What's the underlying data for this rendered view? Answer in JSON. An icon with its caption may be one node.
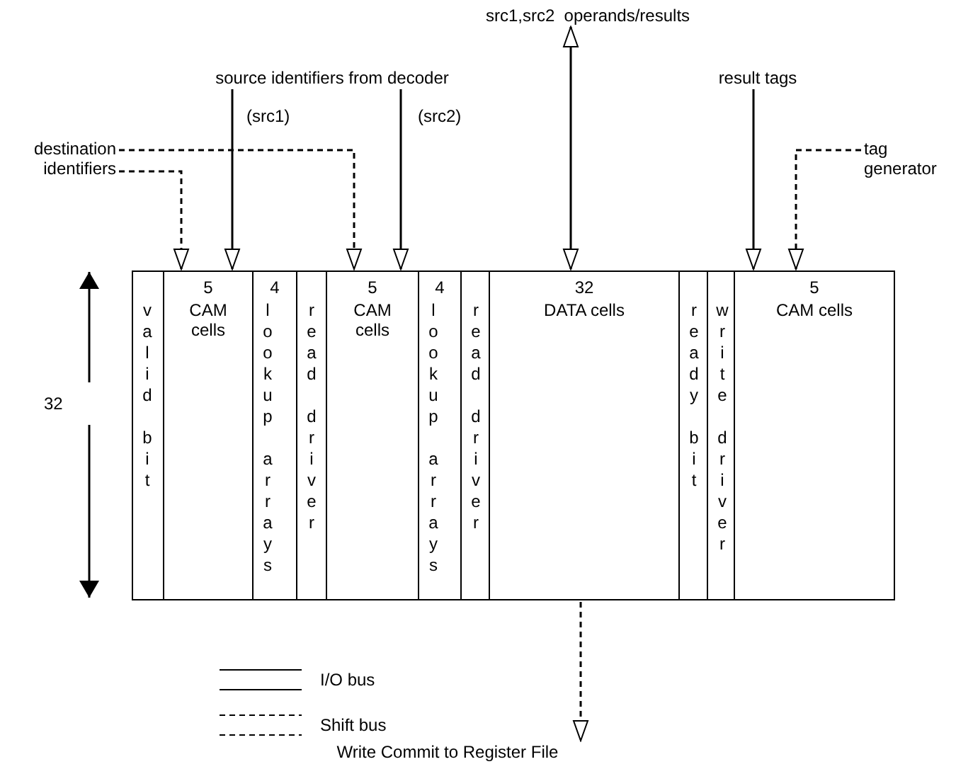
{
  "diagram": {
    "nodes": [
      {
        "text": [
          "source identifiers from decoder"
        ]
      },
      {
        "text": [
          "src1,src2  operands/results"
        ]
      },
      {
        "text": [
          "result tags"
        ]
      },
      {
        "text": [
          "destination identifiers"
        ]
      },
      {
        "text": [
          "tag generator"
        ]
      },
      {
        "text": [
          "Write Commit to Register File"
        ]
      },
      {
        "text": [
          "valid bit"
        ]
      },
      {
        "text": [
          "5",
          "CAM cells"
        ]
      },
      {
        "text": [
          "4",
          "lookup arrays"
        ]
      },
      {
        "text": [
          "read driver"
        ]
      },
      {
        "text": [
          "5",
          "CAM cells"
        ]
      },
      {
        "text": [
          "4",
          "lookup arrays"
        ]
      },
      {
        "text": [
          "read driver"
        ]
      },
      {
        "text": [
          "32",
          "DATA cells"
        ]
      },
      {
        "text": [
          "ready bit"
        ]
      },
      {
        "text": [
          "write driver"
        ]
      },
      {
        "text": [
          "5",
          "CAM cells"
        ]
      }
    ],
    "edges": [
      {
        "from": 0,
        "to": 7,
        "arrow": "to",
        "label": "(src1)"
      },
      {
        "from": 0,
        "to": 10,
        "arrow": "to",
        "label": "(src2)"
      },
      {
        "from": 1,
        "to": 13,
        "arrow": "both"
      },
      {
        "from": 2,
        "to": 16,
        "arrow": "to"
      },
      {
        "from": 3,
        "to": 7,
        "arrow": "to",
        "style": "dashed"
      },
      {
        "from": 3,
        "to": 10,
        "arrow": "to",
        "style": "dashed"
      },
      {
        "from": 4,
        "to": 16,
        "arrow": "to",
        "style": "dashed"
      },
      {
        "from": 13,
        "to": 5,
        "arrow": "to",
        "style": "dashed"
      }
    ],
    "labels": [
      "32"
    ],
    "legend": [
      {
        "text": "I/O bus"
      },
      {
        "text": "Shift bus"
      }
    ]
  }
}
